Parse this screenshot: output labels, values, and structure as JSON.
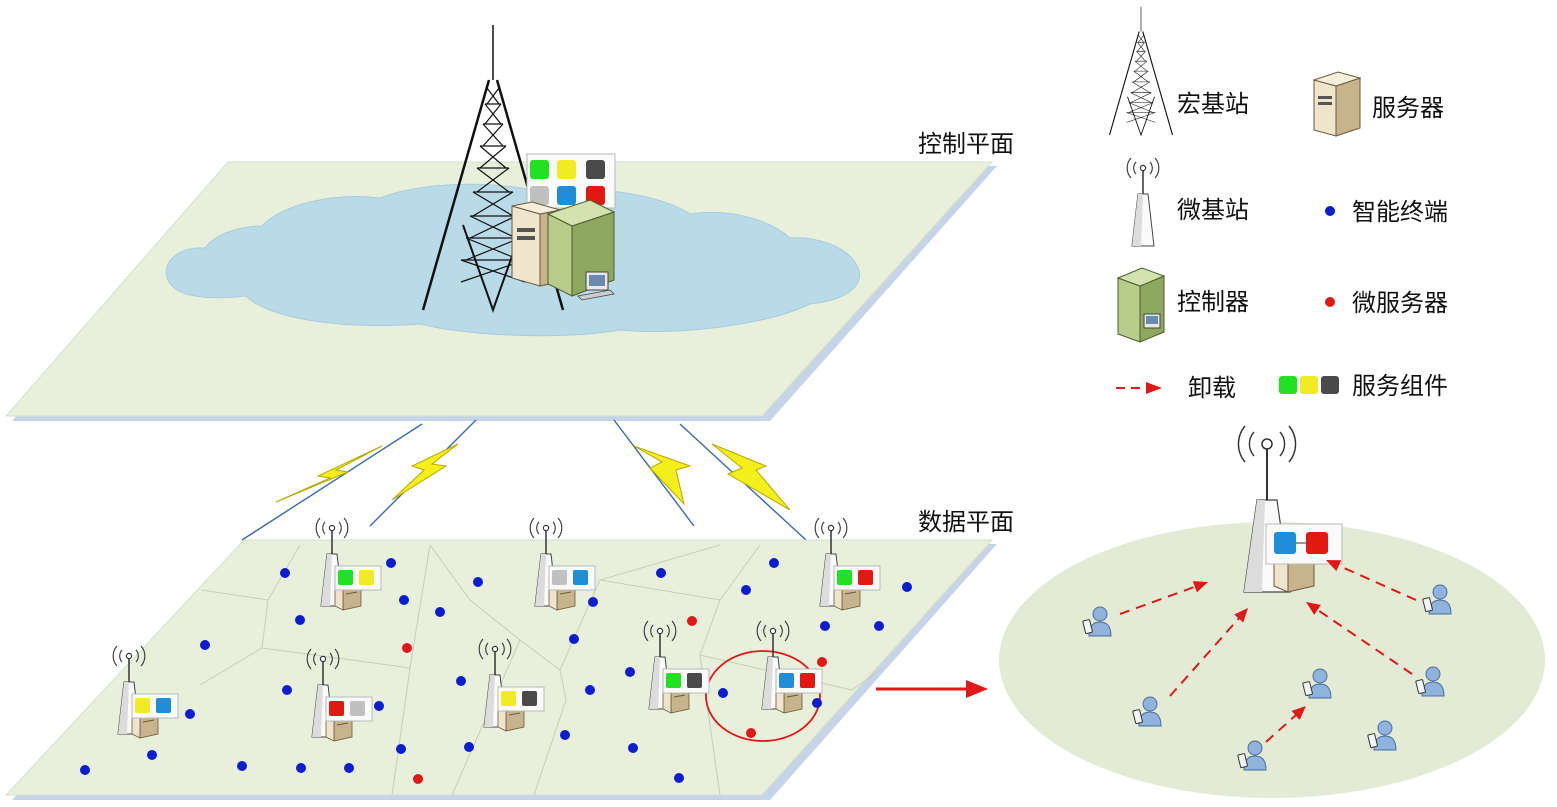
{
  "planes": {
    "control_label": "控制平面",
    "data_label": "数据平面"
  },
  "legend": {
    "macro_bs": "宏基站",
    "server": "服务器",
    "micro_bs": "微基站",
    "smart_terminal": "智能终端",
    "controller": "控制器",
    "micro_server": "微服务器",
    "offload": "卸载",
    "service_component": "服务组件"
  },
  "colors": {
    "plane_fill": "#e8f0dc",
    "plane_edge": "#c6d4e8",
    "cloud": "#b9dbe8",
    "terminal_dot": "#0a1ed0",
    "micro_server_dot": "#e01818",
    "offload_arrow": "#e01818",
    "lightning": "#f2ef1a",
    "ellipse": "#e4ebd4",
    "comp_green": "#22e022",
    "comp_yellow": "#f2ea22",
    "comp_dark": "#4a4a4a",
    "comp_gray": "#c0c0c0",
    "comp_blue": "#1e8ed8",
    "comp_red": "#e01a10"
  },
  "icons": {
    "macro_bs": "lattice-tower-icon",
    "server": "server-tower-icon",
    "micro_bs": "micro-base-station-icon",
    "controller": "controller-computer-icon",
    "user": "mobile-user-icon"
  },
  "micro_stations": [
    {
      "components": [
        "comp_green",
        "comp_yellow"
      ]
    },
    {
      "components": [
        "comp_gray",
        "comp_blue"
      ]
    },
    {
      "components": [
        "comp_green",
        "comp_red"
      ]
    },
    {
      "components": [
        "comp_yellow",
        "comp_blue"
      ]
    },
    {
      "components": [
        "comp_red",
        "comp_gray"
      ]
    },
    {
      "components": [
        "comp_yellow",
        "comp_dark"
      ]
    },
    {
      "components": [
        "comp_green",
        "comp_dark"
      ]
    },
    {
      "components": [
        "comp_blue",
        "comp_red"
      ]
    }
  ],
  "macro_components": [
    "comp_green",
    "comp_yellow",
    "comp_dark",
    "comp_gray",
    "comp_blue",
    "comp_red"
  ],
  "zoom_components": [
    "comp_blue",
    "comp_red"
  ]
}
